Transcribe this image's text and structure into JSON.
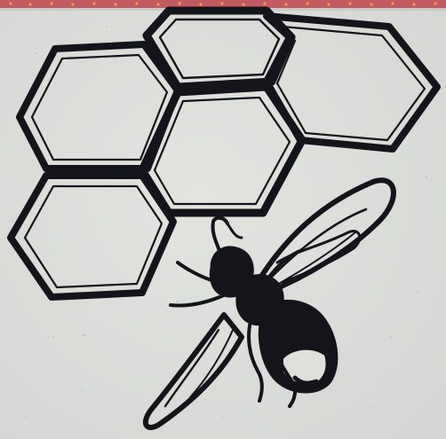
{
  "image": {
    "subject": "ink-stamp",
    "colors": {
      "paper": "#dfe0dc",
      "paper_shade": "#cfd2d0",
      "ink": "#14151a",
      "top_border": "#c25a5e",
      "top_border_dots": "#e0a060",
      "speckle": "#9aa0a8"
    },
    "elements": [
      "honeycomb-cells",
      "bee"
    ]
  }
}
